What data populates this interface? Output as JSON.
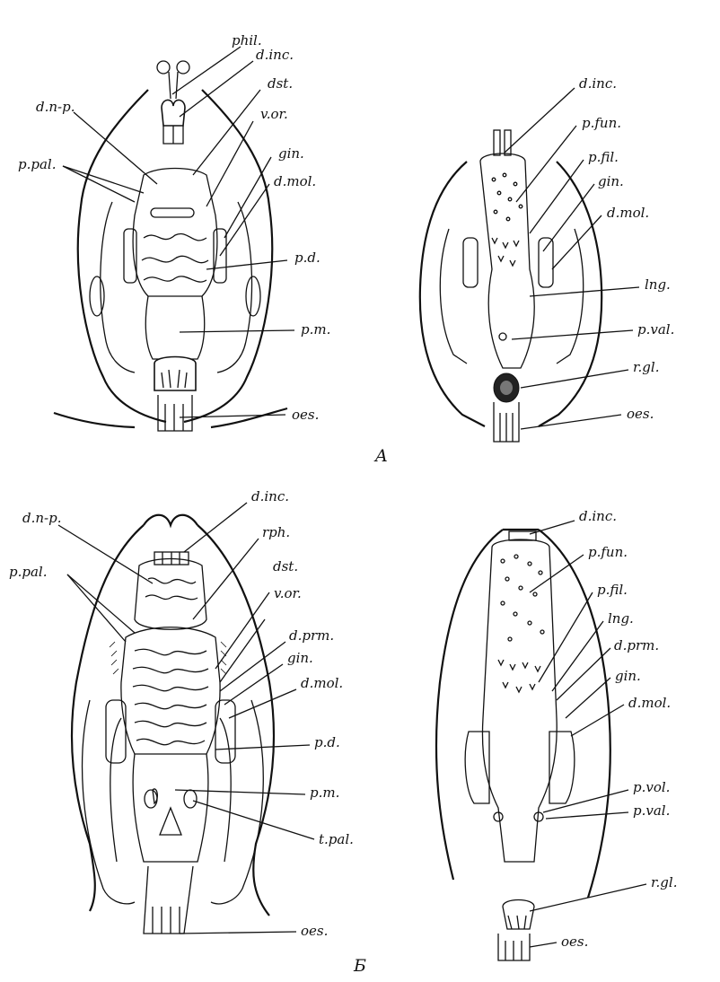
{
  "panels": {
    "A": {
      "tag": "A",
      "left_labels": [
        "phil.",
        "d.inc.",
        "dst.",
        "d.n-p.",
        "v.or.",
        "p.pal.",
        "gin.",
        "d.mol.",
        "p.d.",
        "p.m.",
        "oes."
      ],
      "right_labels": [
        "d.inc.",
        "p.fun.",
        "p.fil.",
        "gin.",
        "d.mol.",
        "lng.",
        "p.val.",
        "r.gl.",
        "oes."
      ]
    },
    "B": {
      "tag": "Б",
      "left_labels": [
        "d.n-p.",
        "d.inc.",
        "rph.",
        "p.pal.",
        "dst.",
        "v.or.",
        "d.prm.",
        "gin.",
        "d.mol.",
        "p.d.",
        "p.m.",
        "t.pal.",
        "oes."
      ],
      "right_labels": [
        "d.inc.",
        "p.fun.",
        "p.fil.",
        "lng.",
        "d.prm.",
        "gin.",
        "d.mol.",
        "p.vol.",
        "p.val.",
        "r.gl.",
        "oes."
      ]
    }
  }
}
